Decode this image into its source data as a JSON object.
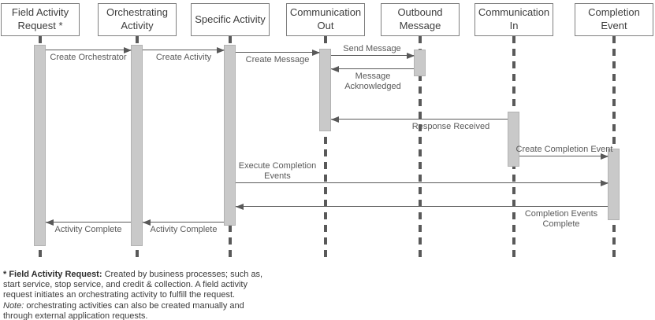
{
  "diagram": {
    "actors": [
      {
        "label": "Field Activity Request *"
      },
      {
        "label": "Orchestrating Activity"
      },
      {
        "label": "Specific Activity"
      },
      {
        "label": "Communication Out"
      },
      {
        "label": "Outbound Message"
      },
      {
        "label": "Communication In"
      },
      {
        "label": "Completion Event"
      }
    ],
    "messages": [
      {
        "label": "Create Orchestrator",
        "from": "Field Activity Request",
        "to": "Orchestrating Activity"
      },
      {
        "label": "Create Activity",
        "from": "Orchestrating Activity",
        "to": "Specific Activity"
      },
      {
        "label": "Create Message",
        "from": "Specific Activity",
        "to": "Communication Out"
      },
      {
        "label": "Send Message",
        "from": "Communication Out",
        "to": "Outbound Message"
      },
      {
        "label": "Message Acknowledged",
        "from": "Outbound Message",
        "to": "Communication Out"
      },
      {
        "label": "Response Received",
        "from": "Communication In",
        "to": "Communication Out"
      },
      {
        "label": "Create Completion Event",
        "from": "Communication In",
        "to": "Completion Event"
      },
      {
        "label": "Execute Completion Events",
        "from": "Specific Activity",
        "to": "Completion Event"
      },
      {
        "label": "Completion Events Complete",
        "from": "Completion Event",
        "to": "Specific Activity"
      },
      {
        "label": "Activity Complete",
        "from": "Specific Activity",
        "to": "Orchestrating Activity"
      },
      {
        "label": "Activity Complete",
        "from": "Orchestrating Activity",
        "to": "Field Activity Request"
      }
    ],
    "colors": {
      "box_border": "#7f7f7f",
      "activation_fill": "#c9c9c9",
      "line": "#595959",
      "text": "#3d3d3d"
    }
  },
  "footnote": {
    "lines": [
      {
        "bold": "* Field Activity Request:",
        "text": " Created by business processes; such as,"
      },
      {
        "text": "start service, stop service, and credit & collection. A field activity"
      },
      {
        "text": "request initiates an orchestrating activity to fulfill the request."
      },
      {
        "italic": "Note:",
        "text": " orchestrating activities can also be created manually and"
      },
      {
        "text": "through external application requests."
      }
    ]
  }
}
